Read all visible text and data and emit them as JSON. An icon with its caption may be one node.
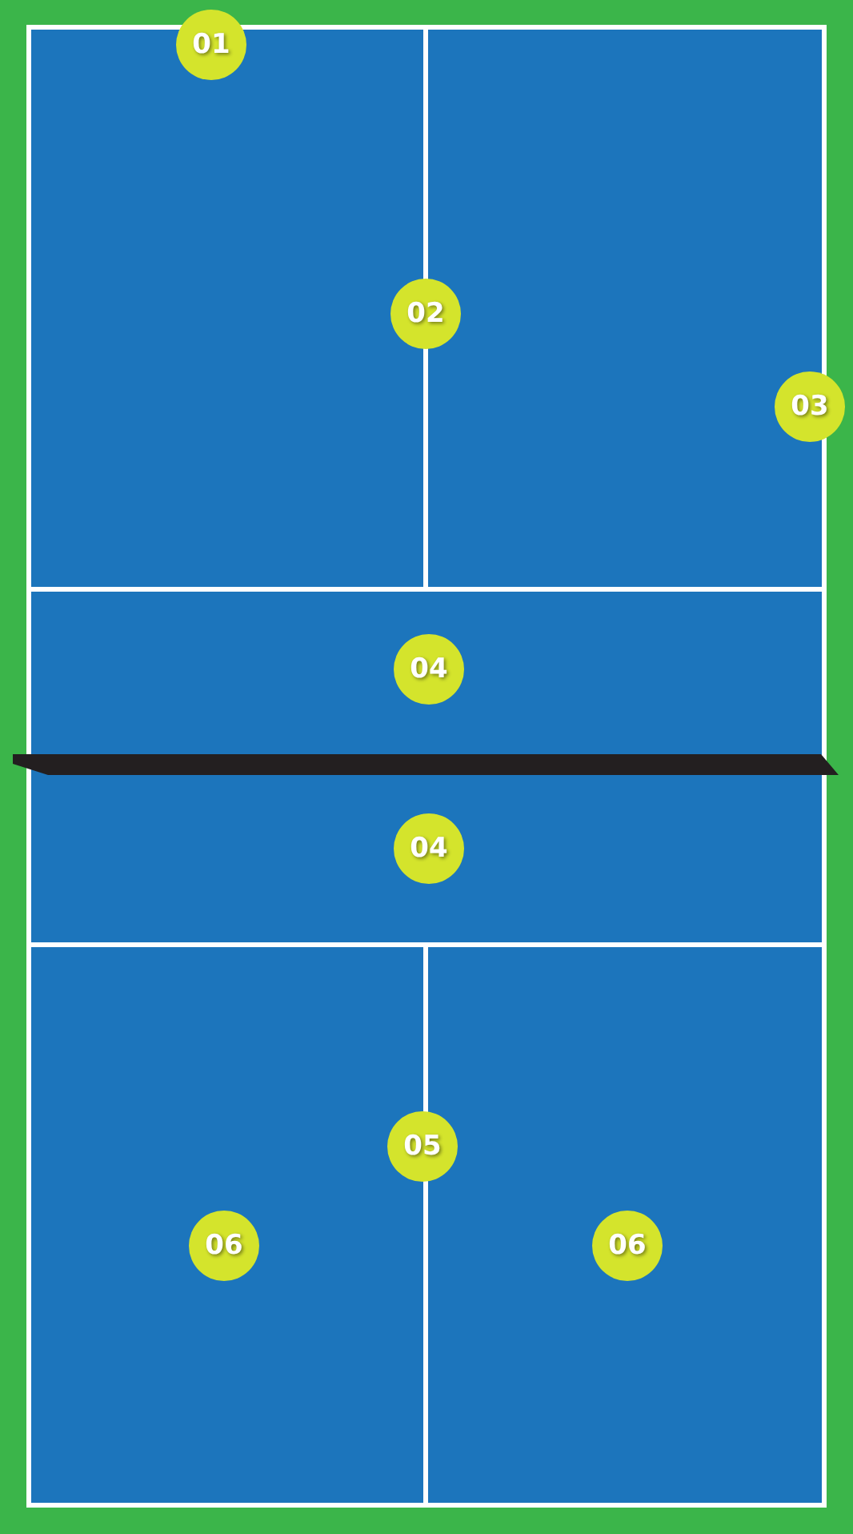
{
  "diagram": {
    "labels": [
      "01",
      "02",
      "03",
      "04",
      "04",
      "05",
      "06",
      "06"
    ]
  }
}
